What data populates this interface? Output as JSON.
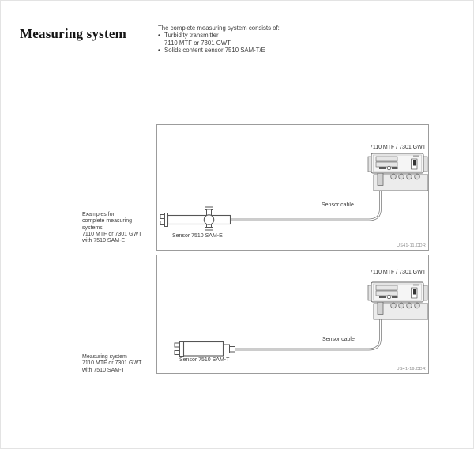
{
  "page": {
    "title": "Measuring system"
  },
  "intro": {
    "heading": "The complete measuring system consists of:",
    "bullet1": "Turbidity transmitter",
    "bullet1_sub": "7110 MTF or 7301 GWT",
    "bullet2": "Solids content sensor 7510 SAM-T/E"
  },
  "diagrams": [
    {
      "side_note_lines": [
        "Examples for",
        "complete measuring",
        "systems",
        "7110 MTF or 7301 GWT",
        "with 7510 SAM-E"
      ],
      "device_label": "7110 MTF / 7301 GWT",
      "cable_label": "Sensor cable",
      "sensor_label": "Sensor 7510 SAM-E",
      "file_ref": "US41-11.CDR"
    },
    {
      "side_note_lines": [
        "Measuring system",
        "7110 MTF or 7301 GWT",
        "with 7510 SAM-T"
      ],
      "device_label": "7110 MTF / 7301 GWT",
      "cable_label": "Sensor cable",
      "sensor_label": "Sensor 7510 SAM-T",
      "file_ref": "US41-19.CDR"
    }
  ]
}
